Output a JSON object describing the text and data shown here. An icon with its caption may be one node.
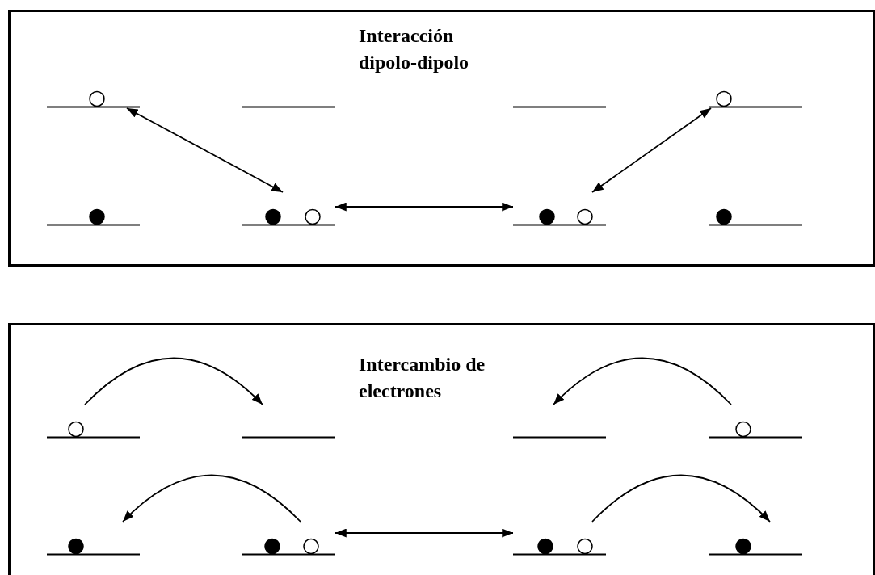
{
  "diagram": {
    "nodes": [
      {
        "text": [
          "Interacción dipolo-dipolo"
        ]
      },
      {
        "text": [],
        "shape": "bar",
        "in": 0
      },
      {
        "text": [],
        "shape": "bar",
        "in": 0
      },
      {
        "text": [],
        "shape": "bar",
        "in": 0
      },
      {
        "text": [],
        "shape": "bar",
        "in": 0
      },
      {
        "text": [],
        "shape": "bar",
        "in": 0
      },
      {
        "text": [],
        "shape": "bar",
        "in": 0
      },
      {
        "text": [],
        "shape": "bar",
        "in": 0
      },
      {
        "text": [],
        "shape": "bar",
        "in": 0
      },
      {
        "text": [
          "Intercambio de electrones"
        ]
      },
      {
        "text": [],
        "shape": "bar",
        "in": 9
      },
      {
        "text": [],
        "shape": "bar",
        "in": 9
      },
      {
        "text": [],
        "shape": "bar",
        "in": 9
      },
      {
        "text": [],
        "shape": "bar",
        "in": 9
      },
      {
        "text": [],
        "shape": "bar",
        "in": 9
      },
      {
        "text": [],
        "shape": "bar",
        "in": 9
      },
      {
        "text": [],
        "shape": "bar",
        "in": 9
      },
      {
        "text": [],
        "shape": "bar",
        "in": 9
      }
    ],
    "edges": [
      {
        "from": 1,
        "to": 6,
        "arrow": "both"
      },
      {
        "from": 6,
        "to": 7,
        "arrow": "both"
      },
      {
        "from": 4,
        "to": 7,
        "arrow": "both"
      },
      {
        "from": 10,
        "to": 11,
        "arrow": "to"
      },
      {
        "from": 13,
        "to": 12,
        "arrow": "to"
      },
      {
        "from": 15,
        "to": 14,
        "arrow": "to"
      },
      {
        "from": 15,
        "to": 16,
        "arrow": "both"
      },
      {
        "from": 16,
        "to": 17,
        "arrow": "to"
      }
    ]
  }
}
